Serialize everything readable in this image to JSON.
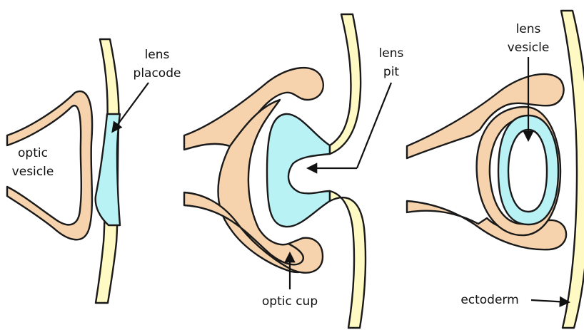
{
  "colors": {
    "optic_tissue": "#f6d3ad",
    "lens_tissue": "#b8f2f5",
    "ectoderm": "#fffac4",
    "outline": "#1a1a1a",
    "background": "#ffffff"
  },
  "labels": {
    "lens_placode_line1": "lens",
    "lens_placode_line2": "placode",
    "optic_vesicle_line1": "optic",
    "optic_vesicle_line2": "vesicle",
    "lens_pit_line1": "lens",
    "lens_pit_line2": "pit",
    "optic_cup": "optic cup",
    "lens_vesicle_line1": "lens",
    "lens_vesicle_line2": "vesicle",
    "ectoderm": "ectoderm"
  }
}
